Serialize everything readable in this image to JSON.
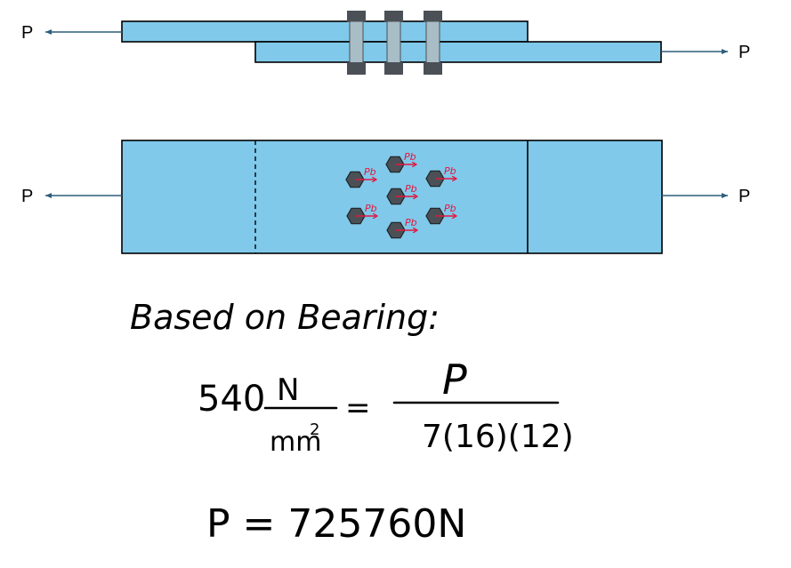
{
  "labels": {
    "force": "P"
  },
  "bolt_force_label": "Pb",
  "bolt_count": 7,
  "colors": {
    "plate_fill": "#80c9ea",
    "outline": "#000000",
    "arrow": "#2b5d7a",
    "bolt_dark": "#4a5056",
    "bolt_shank": "#a9bdc6",
    "bolt_force": "#e3173e"
  },
  "notes": {
    "heading": "Based on Bearing:",
    "eq_stress": "540",
    "eq_unit_num": "N",
    "eq_unit_den": "mm",
    "eq_unit_exp": "2",
    "eq_equals": "=",
    "eq_rhs_num": "P",
    "eq_rhs_den": "7(16)(12)",
    "result": "P = 725760N"
  }
}
